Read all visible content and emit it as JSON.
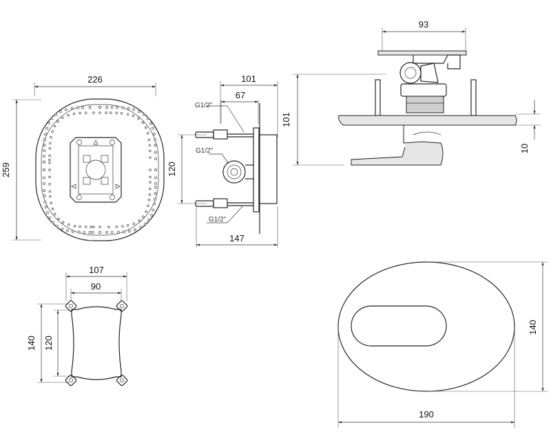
{
  "dimensions": {
    "plate_width": "226",
    "plate_height": "259",
    "side_depth_top": "101",
    "side_depth_inner": "67",
    "side_height": "120",
    "side_depth_total": "147",
    "side_thread_top": "G1/2\"",
    "side_thread_mid": "G1/2\"",
    "side_thread_bottom": "G1/2\"",
    "valve_width": "93",
    "valve_height": "101",
    "valve_plate_thickness": "10",
    "box_outer_width": "107",
    "box_inner_width": "90",
    "box_outer_height": "140",
    "box_inner_height": "120",
    "cover_height": "140",
    "cover_width": "190"
  },
  "colors": {
    "line": "#222222",
    "fill_light": "#e6e6e6",
    "fill_dark": "#cfcfcf"
  }
}
